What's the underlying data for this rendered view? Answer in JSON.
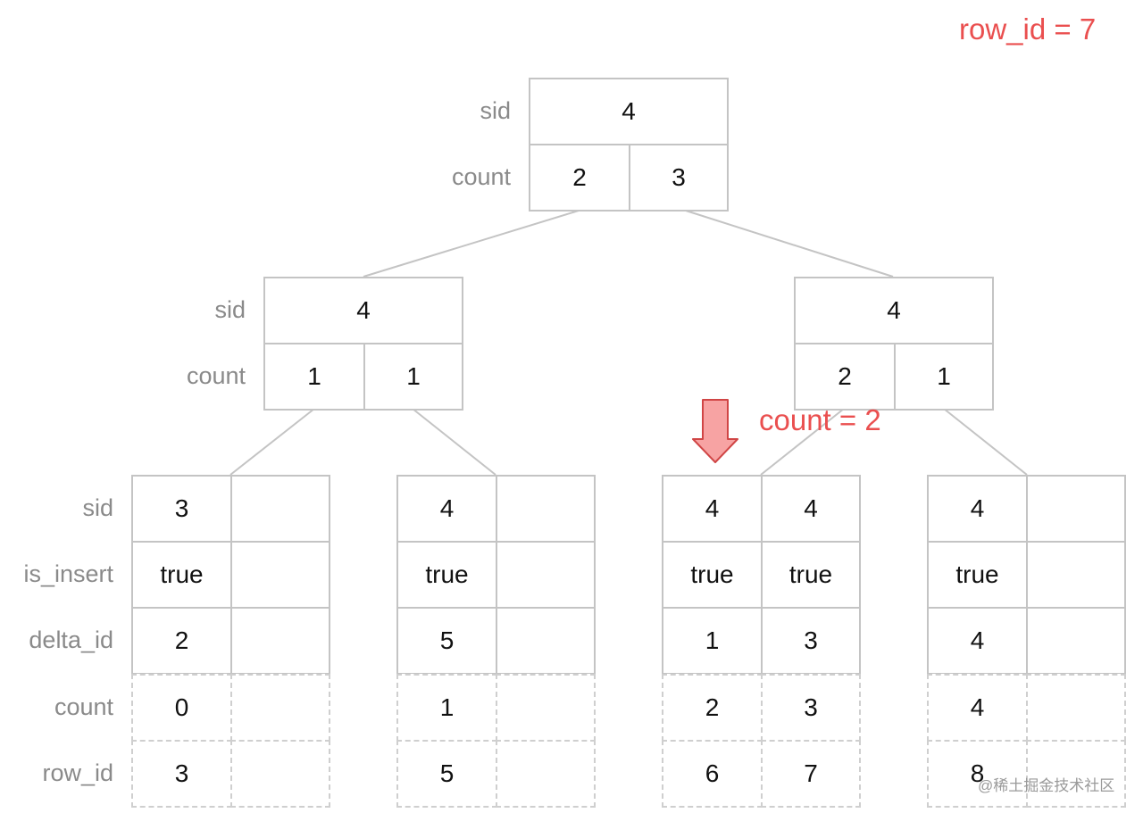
{
  "annotations": {
    "row_id_note": "row_id = 7",
    "count_note": "count = 2"
  },
  "colors": {
    "line": "#c4c4c4",
    "accent": "#ea4f4f",
    "arrow_fill": "#f7a3a3",
    "arrow_stroke": "#d04545"
  },
  "icons": {
    "pointer": "down-arrow-icon"
  },
  "tree": {
    "root": {
      "sid_label": "sid",
      "count_label": "count",
      "sid": "4",
      "counts": [
        "2",
        "3"
      ]
    },
    "internal": [
      {
        "sid_label": "sid",
        "count_label": "count",
        "sid": "4",
        "counts": [
          "1",
          "1"
        ]
      },
      {
        "sid": "4",
        "counts": [
          "2",
          "1"
        ]
      }
    ],
    "leaf_labels": [
      "sid",
      "is_insert",
      "delta_id",
      "count",
      "row_id"
    ],
    "leaves": [
      {
        "sid": [
          "3",
          ""
        ],
        "is_insert": [
          "true",
          ""
        ],
        "delta_id": [
          "2",
          ""
        ],
        "count": [
          "0",
          ""
        ],
        "row_id": [
          "3",
          ""
        ]
      },
      {
        "sid": [
          "4",
          ""
        ],
        "is_insert": [
          "true",
          ""
        ],
        "delta_id": [
          "5",
          ""
        ],
        "count": [
          "1",
          ""
        ],
        "row_id": [
          "5",
          ""
        ]
      },
      {
        "sid": [
          "4",
          "4"
        ],
        "is_insert": [
          "true",
          "true"
        ],
        "delta_id": [
          "1",
          "3"
        ],
        "count": [
          "2",
          "3"
        ],
        "row_id": [
          "6",
          "7"
        ]
      },
      {
        "sid": [
          "4",
          ""
        ],
        "is_insert": [
          "true",
          ""
        ],
        "delta_id": [
          "4",
          ""
        ],
        "count": [
          "4",
          ""
        ],
        "row_id": [
          "8",
          ""
        ]
      }
    ]
  },
  "watermark": "@稀土掘金技术社区"
}
